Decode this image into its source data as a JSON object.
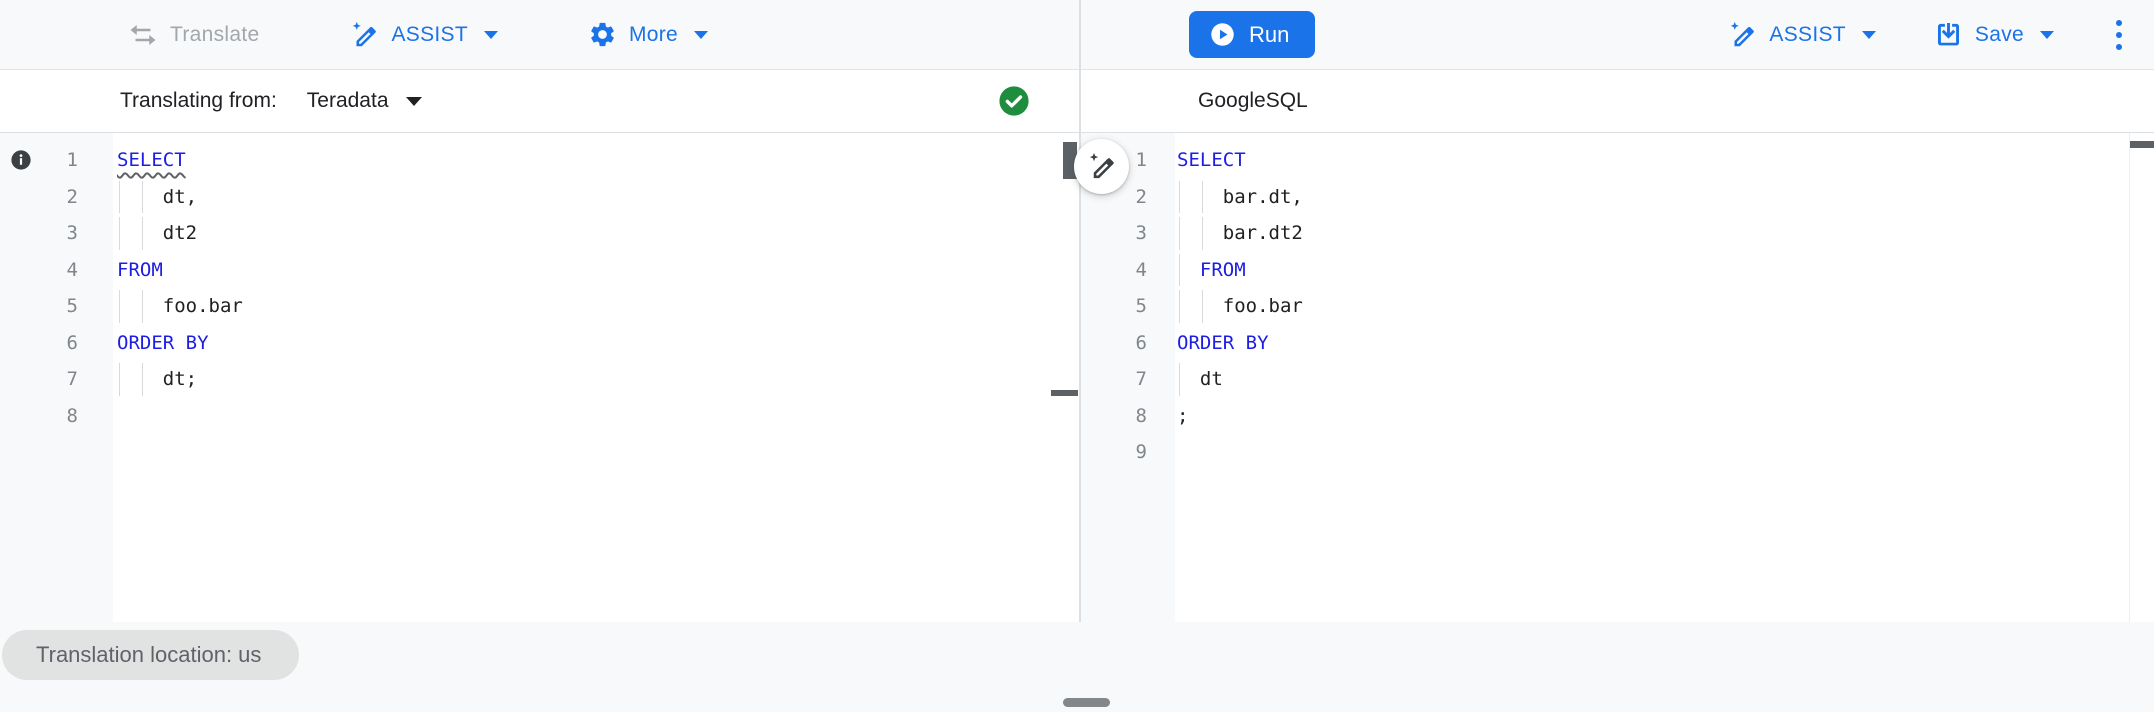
{
  "colors": {
    "accent": "#1a73e8",
    "keyword": "#1d1de3",
    "success": "#1e8e3e",
    "text": "#202124",
    "muted": "#5f6368",
    "disabled": "#a2a7ac",
    "gutter_bg": "#f8f9fa",
    "line_number": "#80868b",
    "pill_bg": "#e1e3e3"
  },
  "toolbar_left": {
    "translate_label": "Translate",
    "assist_label": "ASSIST",
    "more_label": "More"
  },
  "toolbar_right": {
    "run_label": "Run",
    "assist_label": "ASSIST",
    "save_label": "Save"
  },
  "source_header": {
    "label": "Translating from:",
    "dialect": "Teradata"
  },
  "target_header": {
    "title": "GoogleSQL"
  },
  "source_editor": {
    "language": "Teradata SQL",
    "lines": [
      {
        "n": "1",
        "segs": [
          {
            "t": "SELECT",
            "k": "kw",
            "u": true
          }
        ],
        "guides": 0
      },
      {
        "n": "2",
        "segs": [
          {
            "t": "    dt,"
          }
        ],
        "guides": 2
      },
      {
        "n": "3",
        "segs": [
          {
            "t": "    dt2"
          }
        ],
        "guides": 2
      },
      {
        "n": "4",
        "segs": [
          {
            "t": "FROM",
            "k": "kw"
          }
        ],
        "guides": 0
      },
      {
        "n": "5",
        "segs": [
          {
            "t": "    foo.bar"
          }
        ],
        "guides": 2
      },
      {
        "n": "6",
        "segs": [
          {
            "t": "ORDER BY",
            "k": "kw"
          }
        ],
        "guides": 0
      },
      {
        "n": "7",
        "segs": [
          {
            "t": "    dt;"
          }
        ],
        "guides": 2
      },
      {
        "n": "8",
        "segs": [],
        "guides": 0
      }
    ]
  },
  "target_editor": {
    "language": "GoogleSQL",
    "lines": [
      {
        "n": "1",
        "segs": [
          {
            "t": "SELECT",
            "k": "kw"
          }
        ],
        "guides": 0
      },
      {
        "n": "2",
        "segs": [
          {
            "t": "    bar.dt,"
          }
        ],
        "guides": 2
      },
      {
        "n": "3",
        "segs": [
          {
            "t": "    bar.dt2"
          }
        ],
        "guides": 2
      },
      {
        "n": "4",
        "segs": [
          {
            "t": "  "
          },
          {
            "t": "FROM",
            "k": "kw"
          }
        ],
        "guides": 1
      },
      {
        "n": "5",
        "segs": [
          {
            "t": "    foo.bar"
          }
        ],
        "guides": 2
      },
      {
        "n": "6",
        "segs": [
          {
            "t": "ORDER BY",
            "k": "kw"
          }
        ],
        "guides": 0
      },
      {
        "n": "7",
        "segs": [
          {
            "t": "  dt"
          }
        ],
        "guides": 1
      },
      {
        "n": "8",
        "segs": [
          {
            "t": ";"
          }
        ],
        "guides": 0
      },
      {
        "n": "9",
        "segs": [],
        "guides": 0
      }
    ]
  },
  "status_bar": {
    "location_label": "Translation location: us"
  }
}
